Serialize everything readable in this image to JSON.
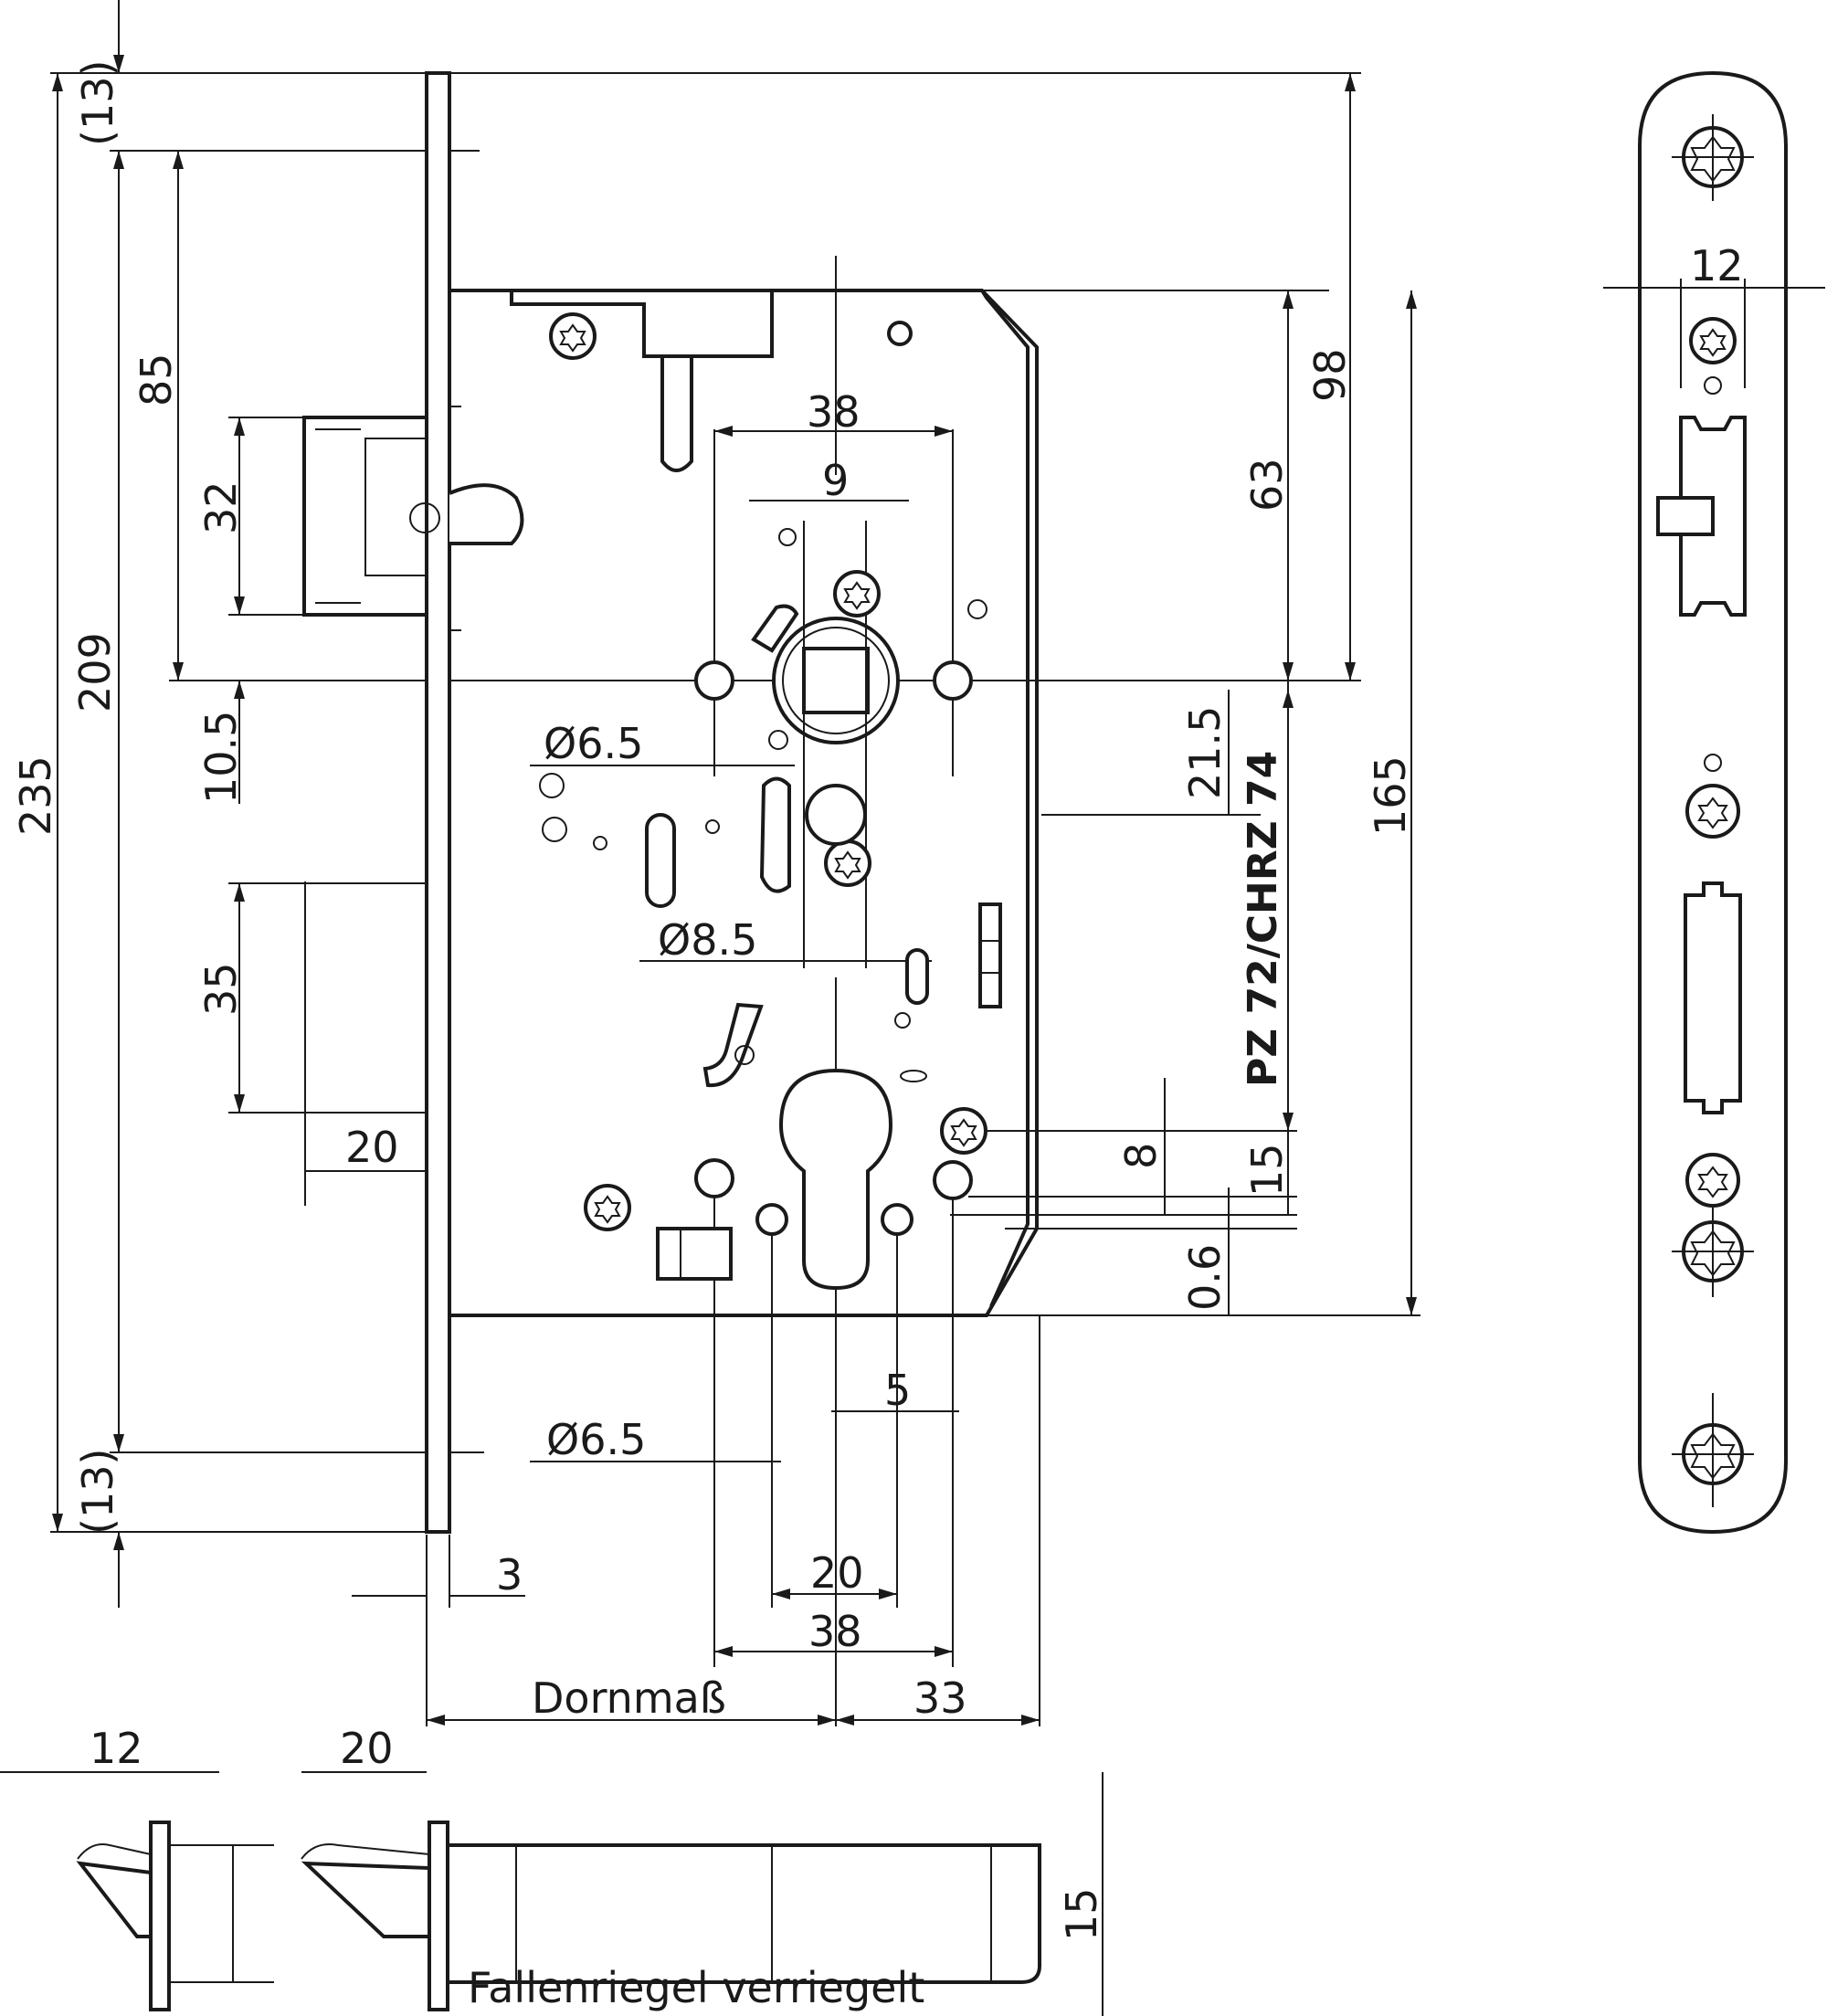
{
  "dimensions": {
    "d13_top": "(13)",
    "d235": "235",
    "d209": "209",
    "d85": "85",
    "d32": "32",
    "d10_5": "10.5",
    "d35": "35",
    "d20_left": "20",
    "d13_bottom": "(13)",
    "d3": "3",
    "d38_top": "38",
    "d9": "9",
    "d6_5_top": "Ø6.5",
    "d8_5": "Ø8.5",
    "d6_5_bottom": "Ø6.5",
    "d5": "5",
    "d20_bottom": "20",
    "d38_bottom": "38",
    "d33": "33",
    "d98": "98",
    "d63": "63",
    "d165": "165",
    "d21_5": "21.5",
    "d8": "8",
    "d15_right": "15",
    "d0_6": "0.6",
    "d12_plate": "12",
    "d12_latch": "12",
    "d20_latch": "20",
    "d15_side": "15"
  },
  "labels": {
    "backset": "Dornmaß",
    "model": "PZ 72/CHRZ 74",
    "caption": "Fallenriegel verriegelt"
  },
  "colors": {
    "line": "#1a1a1a",
    "background": "#ffffff"
  }
}
